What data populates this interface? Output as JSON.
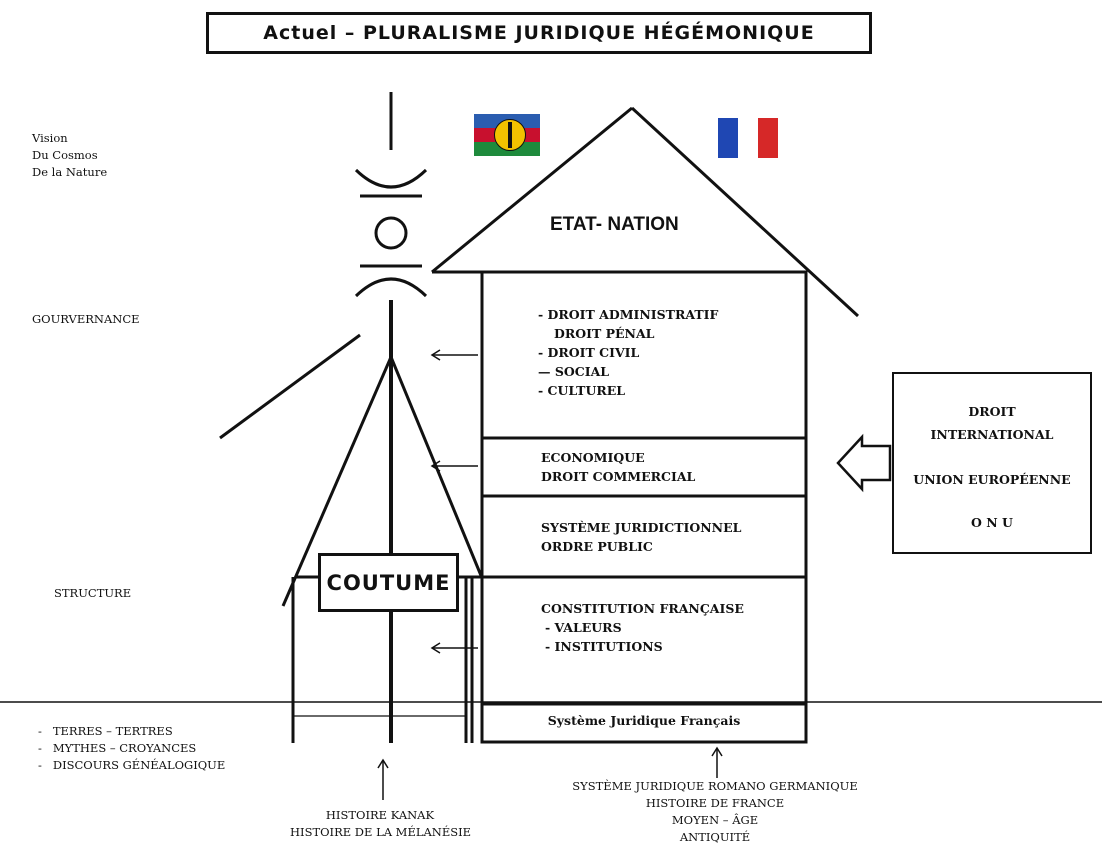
{
  "title": "Actuel – PLURALISME JURIDIQUE HÉGÉMONIQUE",
  "left_labels": {
    "vision": [
      "Vision",
      "Du Cosmos",
      "De la Nature"
    ],
    "gouvernance": "GOURVERNANCE",
    "structure": "STRUCTURE",
    "foundations": [
      "TERRES – TERTRES",
      "MYTHES – CROYANCES",
      "DISCOURS GÉNÉALOGIQUE"
    ]
  },
  "flags": {
    "kanaky": {
      "colors": [
        "#2a5db0",
        "#c8102e",
        "#1e8a3c"
      ],
      "disc": "#f2c200",
      "symbol": "#111111"
    },
    "france": {
      "colors": [
        "#1f47b3",
        "#ffffff",
        "#d62828"
      ]
    }
  },
  "house": {
    "roof_label": "ETAT- NATION",
    "floor1": [
      "- DROIT ADMINISTRATIF",
      "DROIT PÉNAL",
      "- DROIT CIVIL",
      "— SOCIAL",
      "- CULTUREL"
    ],
    "floor2": [
      "ECONOMIQUE",
      "DROIT COMMERCIAL"
    ],
    "floor3": [
      "SYSTÈME JURIDICTIONNEL",
      "ORDRE PUBLIC"
    ],
    "floor4": {
      "title": "CONSTITUTION FRANÇAISE",
      "items": [
        "- VALEURS",
        "- INSTITUTIONS"
      ]
    },
    "base": "Système Juridique Français"
  },
  "coutume": "COUTUME",
  "international": {
    "line1": "DROIT",
    "line2": "INTERNATIONAL",
    "line3": "UNION EUROPÉENNE",
    "line4": "O N U"
  },
  "bottom_left": [
    "HISTOIRE KANAK",
    "HISTOIRE DE LA MÉLANÉSIE"
  ],
  "bottom_right": [
    "SYSTÈME JURIDIQUE ROMANO GERMANIQUE",
    "HISTOIRE DE FRANCE",
    "MOYEN – ÂGE",
    "ANTIQUITÉ"
  ]
}
